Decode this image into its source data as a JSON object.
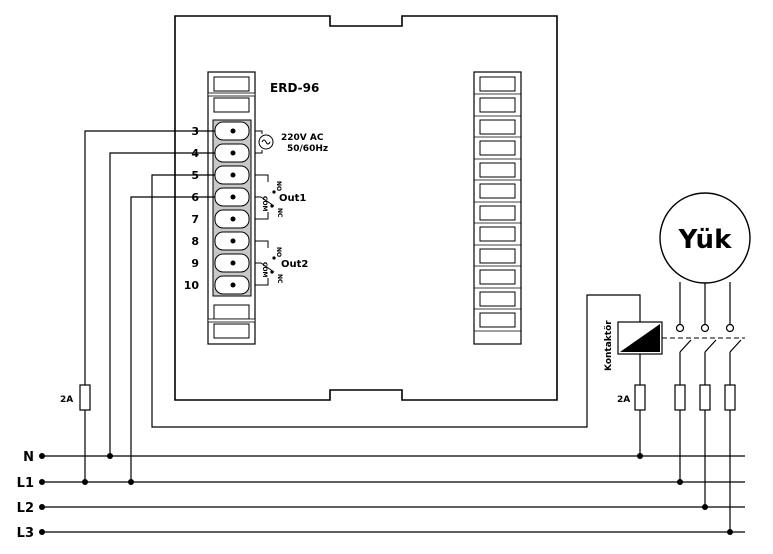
{
  "device": {
    "model": "ERD-96",
    "supply": [
      "220V AC",
      "50/60Hz"
    ],
    "terminals": [
      "3",
      "4",
      "5",
      "6",
      "7",
      "8",
      "9",
      "10"
    ],
    "relays": [
      {
        "name": "Out1",
        "no": "NO",
        "com": "COM",
        "nc": "NC"
      },
      {
        "name": "Out2",
        "no": "NO",
        "com": "COM",
        "nc": "NC"
      }
    ]
  },
  "fuses": {
    "control": "2A",
    "contactor": "2A"
  },
  "contactor_label": "Kontaktör",
  "load_label": "Yük",
  "lines": [
    "N",
    "L1",
    "L2",
    "L3"
  ]
}
